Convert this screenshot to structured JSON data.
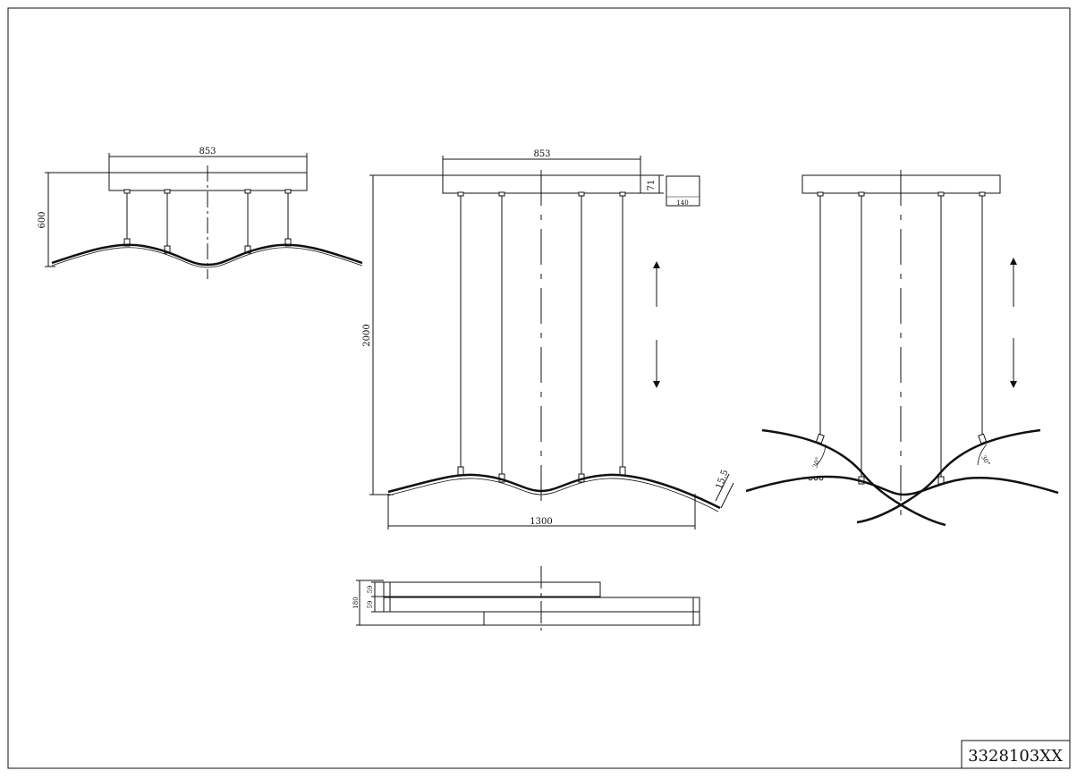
{
  "drawing": {
    "product_code": "3328103XX",
    "top_view": {
      "canopy_width": "853",
      "min_height": "600"
    },
    "front_view": {
      "canopy_width": "853",
      "canopy_thickness": "71",
      "canopy_depth": "140",
      "max_height": "2000",
      "luminaire_width": "1300",
      "bar_thickness": "15.5"
    },
    "side_view": {
      "tilt_left": "30°",
      "tilt_right": "30°"
    },
    "plan_view": {
      "overall_depth": "180",
      "arm_depth_1": "59",
      "arm_depth_2": "59"
    }
  }
}
